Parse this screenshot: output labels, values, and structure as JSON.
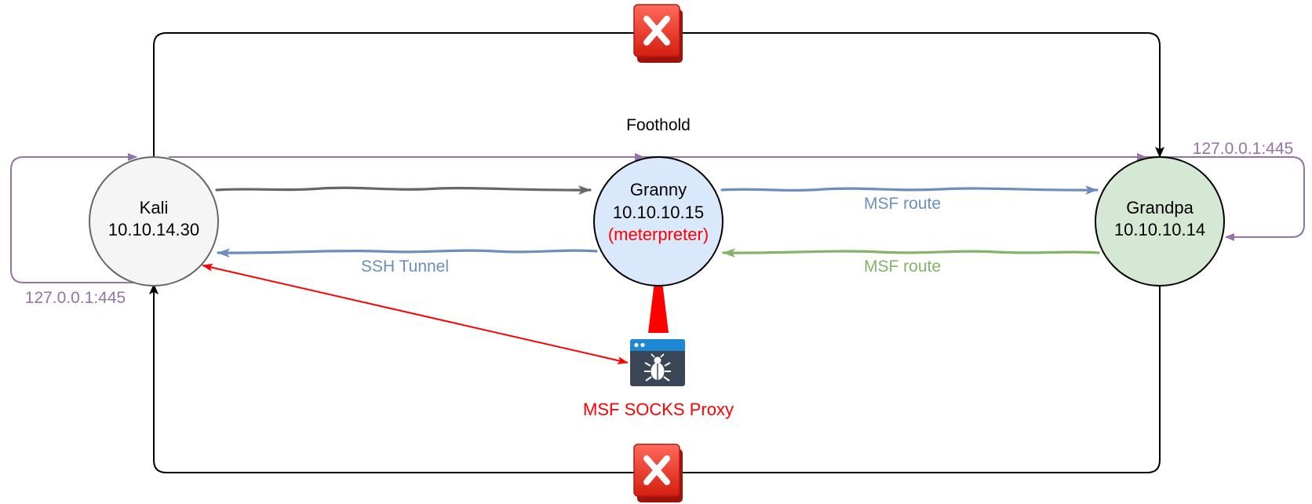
{
  "diagram": {
    "title": "Foothold",
    "nodes": {
      "kali": {
        "name": "Kali",
        "ip": "10.10.14.30"
      },
      "granny": {
        "name": "Granny",
        "ip": "10.10.10.15",
        "note": "(meterpreter)"
      },
      "grandpa": {
        "name": "Grandpa",
        "ip": "10.10.10.14"
      }
    },
    "edges": {
      "ssh_tunnel": "SSH Tunnel",
      "msf_route_top": "MSF route",
      "msf_route_bottom": "MSF route",
      "loop_kali": "127.0.0.1:445",
      "loop_grandpa": "127.0.0.1:445"
    },
    "proxy_label": "MSF SOCKS Proxy",
    "blocked_marks": [
      "top",
      "bottom"
    ]
  },
  "colors": {
    "purple": "#9673a6",
    "blue": "#6c8ebf",
    "green": "#82b366",
    "gray": "#666666",
    "red": "#ff0000",
    "kali_fill": "#f5f5f5",
    "granny_fill": "#dae8fc",
    "grandpa_fill": "#d5e8d4"
  },
  "icons": {
    "proxy": "bug-window-icon",
    "blocked": "red-x-icon"
  }
}
